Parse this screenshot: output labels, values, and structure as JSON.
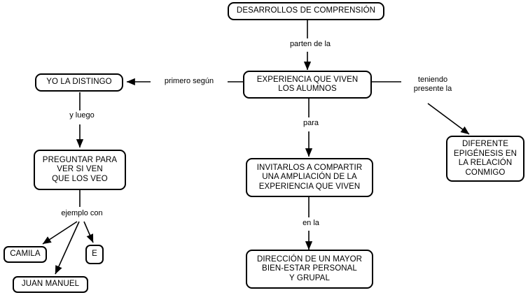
{
  "diagram": {
    "title": "Mapa conceptual - Desarrollos de comprensión",
    "background_color": "#ffffff",
    "line_color": "#000000",
    "nodes": [
      {
        "id": "desarrollos",
        "text": "DESARROLLOS DE COMPRENSIÓN"
      },
      {
        "id": "experiencia",
        "text": "EXPERIENCIA QUE VIVEN\nLOS ALUMNOS"
      },
      {
        "id": "yo-distingo",
        "text": "YO LA DISTINGO"
      },
      {
        "id": "preguntar",
        "text": "PREGUNTAR PARA\nVER SI VEN\nQUE LOS VEO"
      },
      {
        "id": "camila",
        "text": "CAMILA"
      },
      {
        "id": "juan-manuel",
        "text": "JUAN MANUEL"
      },
      {
        "id": "e",
        "text": "E"
      },
      {
        "id": "invitarlos",
        "text": "INVITARLOS A COMPARTIR\nUNA AMPLIACIÓN DE LA\nEXPERIENCIA QUE VIVEN"
      },
      {
        "id": "direccion",
        "text": "DIRECCIÓN DE UN MAYOR\nBIEN-ESTAR PERSONAL\nY GRUPAL"
      },
      {
        "id": "epigenesis",
        "text": "DIFERENTE\nEPIGÉNESIS EN\nLA RELACIÓN\nCONMIGO"
      }
    ],
    "edge_labels": [
      {
        "id": "parten-de-la",
        "text": "parten de la"
      },
      {
        "id": "primero-segun",
        "text": "primero según"
      },
      {
        "id": "teniendo-presente",
        "text": "teniendo\npresente la"
      },
      {
        "id": "y-luego",
        "text": "y luego"
      },
      {
        "id": "ejemplo-con",
        "text": "ejemplo con"
      },
      {
        "id": "para",
        "text": "para"
      },
      {
        "id": "en-la",
        "text": "en la"
      }
    ]
  }
}
